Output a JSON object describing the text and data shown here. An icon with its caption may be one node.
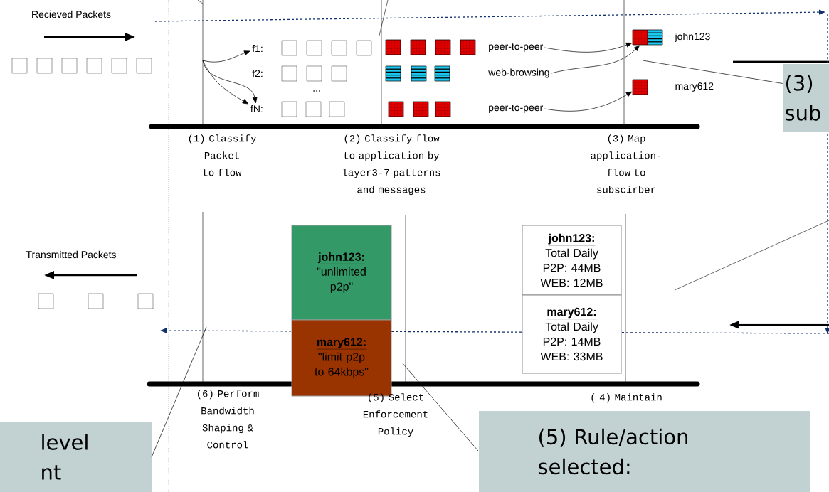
{
  "diagram": {
    "nodes": [
      {
        "text": [
          "f1:"
        ]
      },
      {
        "text": [
          "f2:"
        ]
      },
      {
        "text": [
          "fN:"
        ]
      },
      {
        "text": [
          "peer-to-peer"
        ]
      },
      {
        "text": [
          "web-browsing"
        ]
      },
      {
        "text": [
          "peer-to-peer"
        ]
      },
      {
        "text": [
          "(3) sub"
        ]
      },
      {
        "text": [
          "john123:",
          "\"unlimited p2p\""
        ]
      },
      {
        "text": [
          "mary612:",
          "\"limit p2p to 64kbps\""
        ]
      },
      {
        "text": [
          "john123:",
          "Total Daily P2P: 44MB WEB: 12MB"
        ]
      },
      {
        "text": [
          "mary612:",
          "Total Daily P2P: 14MB WEB: 33MB"
        ]
      },
      {
        "text": [
          "level nt"
        ]
      },
      {
        "text": [
          "(5) Rule/action selected:"
        ]
      },
      {
        "text": [],
        "shape": "box",
        "beside": [
          "john123"
        ]
      },
      {
        "text": [],
        "shape": "box",
        "beside": [
          "mary612"
        ]
      },
      {
        "text": [],
        "shape": "box"
      },
      {
        "text": [],
        "shape": "box"
      },
      {
        "text": [],
        "shape": "box"
      },
      {
        "text": [],
        "shape": "box"
      },
      {
        "text": [],
        "shape": "box"
      },
      {
        "text": [],
        "shape": "box"
      },
      {
        "text": [],
        "shape": "box"
      },
      {
        "text": [],
        "shape": "box"
      },
      {
        "text": [],
        "shape": "box"
      },
      {
        "text": [],
        "shape": "box"
      },
      {
        "text": [],
        "shape": "box"
      },
      {
        "text": [],
        "shape": "box"
      },
      {
        "text": [],
        "shape": "box"
      },
      {
        "text": [],
        "shape": "box"
      },
      {
        "text": [],
        "shape": "box"
      },
      {
        "text": [],
        "shape": "box"
      },
      {
        "text": [],
        "shape": "box"
      },
      {
        "text": [],
        "shape": "box"
      },
      {
        "text": [],
        "shape": "box"
      },
      {
        "text": [],
        "shape": "box"
      },
      {
        "text": [],
        "shape": "box"
      },
      {
        "text": [],
        "shape": "box"
      },
      {
        "text": [],
        "shape": "box"
      },
      {
        "text": [],
        "shape": "box"
      },
      {
        "text": [],
        "shape": "box"
      },
      {
        "text": [],
        "shape": "box"
      },
      {
        "text": [],
        "shape": "box"
      },
      {
        "text": [],
        "shape": "box"
      },
      {
        "text": [],
        "shape": "box"
      }
    ],
    "edges": [
      {
        "from": null,
        "to": 0,
        "arrow": "to"
      },
      {
        "from": null,
        "to": 2,
        "arrow": "to"
      },
      {
        "from": null,
        "to": 2,
        "arrow": "to"
      },
      {
        "from": 3,
        "to": 13,
        "arrow": "to"
      },
      {
        "from": 4,
        "to": 13,
        "arrow": "to"
      },
      {
        "from": 5,
        "to": 14,
        "arrow": "to"
      },
      {
        "from": 6,
        "to": null,
        "arrow": "none"
      },
      {
        "from": 11,
        "to": null,
        "arrow": "none"
      },
      {
        "from": 12,
        "to": null,
        "arrow": "none"
      }
    ],
    "labels": [
      "Recieved Packets",
      "...",
      "(1) Classify Packet to flow",
      "(2) Classify flow to application by layer3-7 patterns and messages",
      "(3) Map application-flow to subscirber",
      "Transmitted Packets",
      "(6) Perform Bandwidth Shaping & Control",
      "(5) Select Enforcement Policy",
      "( 4) Maintain"
    ]
  }
}
